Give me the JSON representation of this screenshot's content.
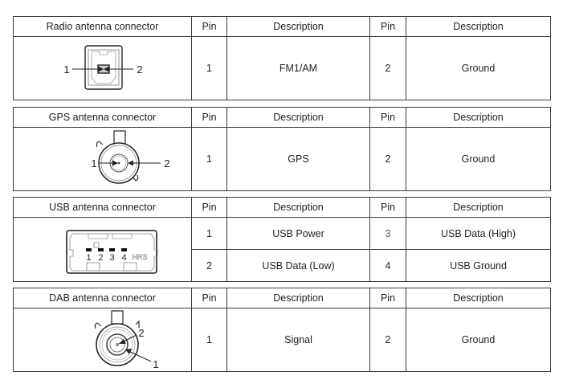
{
  "tables": [
    {
      "connector": "Radio antenna connector",
      "headers": [
        "Pin",
        "Description",
        "Pin",
        "Description"
      ],
      "diagram_labels": [
        "1",
        "2"
      ],
      "rows": [
        {
          "pin_a": "1",
          "desc_a": "FM1/AM",
          "pin_b": "2",
          "desc_b": "Ground"
        }
      ]
    },
    {
      "connector": "GPS antenna connector",
      "headers": [
        "Pin",
        "Description",
        "Pin",
        "Description"
      ],
      "diagram_labels": [
        "1",
        "2"
      ],
      "rows": [
        {
          "pin_a": "1",
          "desc_a": "GPS",
          "pin_b": "2",
          "desc_b": "Ground"
        }
      ]
    },
    {
      "connector": "USB antenna connector",
      "headers": [
        "Pin",
        "Description",
        "Pin",
        "Description"
      ],
      "diagram_labels": [
        "1",
        "2",
        "3",
        "4"
      ],
      "diagram_brand": "HRS",
      "rows": [
        {
          "pin_a": "1",
          "desc_a": "USB Power",
          "pin_b": "3",
          "desc_b": "USB Data (High)"
        },
        {
          "pin_a": "2",
          "desc_a": "USB Data (Low)",
          "pin_b": "4",
          "desc_b": "USB Ground"
        }
      ]
    },
    {
      "connector": "DAB antenna connector",
      "headers": [
        "Pin",
        "Description",
        "Pin",
        "Description"
      ],
      "diagram_labels": [
        "2",
        "1"
      ],
      "rows": [
        {
          "pin_a": "1",
          "desc_a": "Signal",
          "pin_b": "2",
          "desc_b": "Ground"
        }
      ]
    }
  ]
}
